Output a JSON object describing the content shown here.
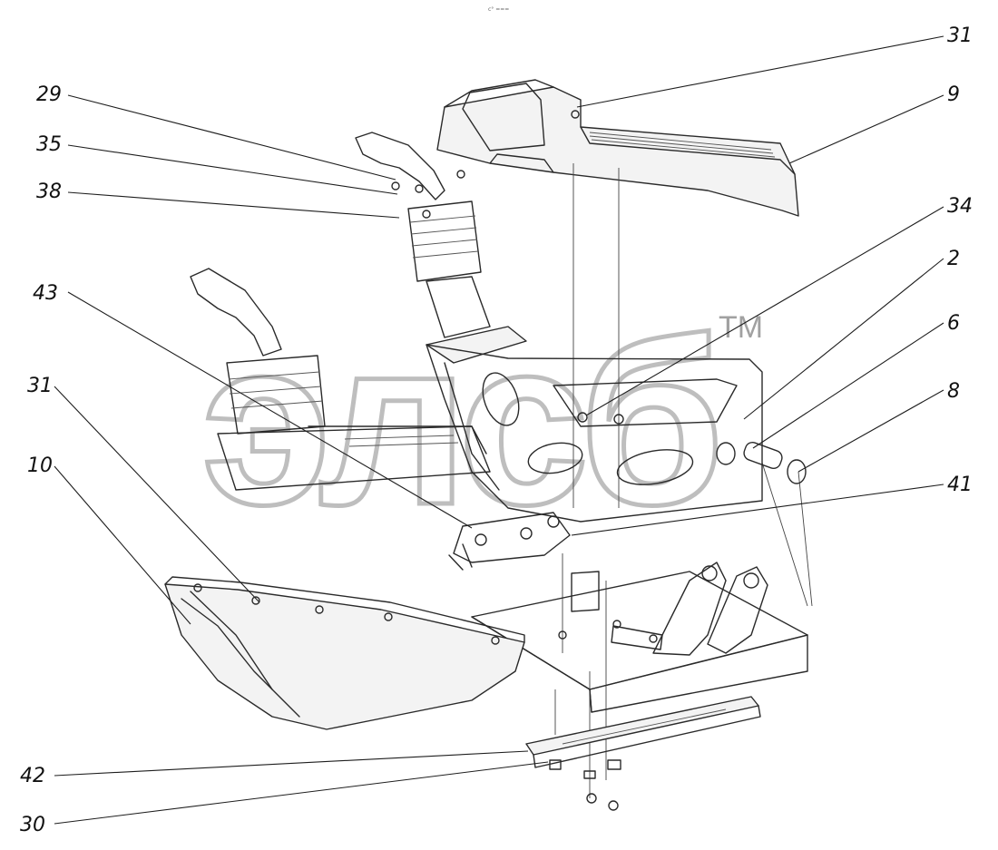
{
  "header_mark": "c° ===",
  "watermark": {
    "text": "элсб",
    "trademark": "TM"
  },
  "callouts": [
    "31",
    "9",
    "29",
    "35",
    "38",
    "34",
    "2",
    "6",
    "43",
    "8",
    "31",
    "41",
    "10",
    "42",
    "30"
  ]
}
